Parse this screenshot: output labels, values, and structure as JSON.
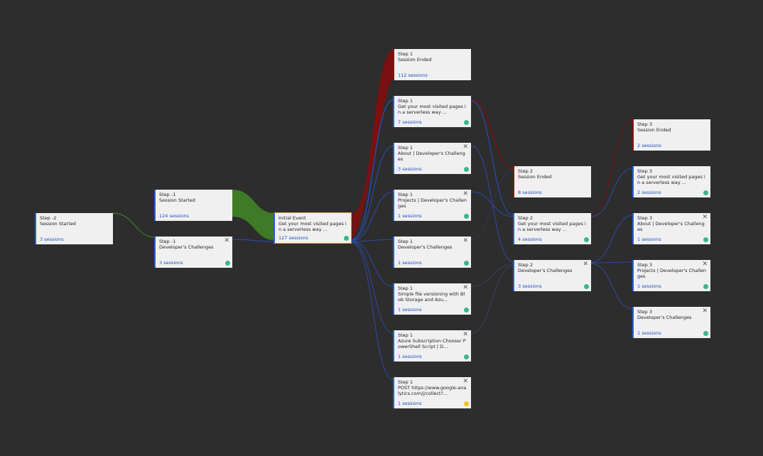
{
  "nodes": {
    "n_m2": {
      "step": "Step -2",
      "title": "Session Started",
      "sessions": "3 sessions"
    },
    "n_m1a": {
      "step": "Step -1",
      "title": "Session Started",
      "sessions": "124 sessions"
    },
    "n_m1b": {
      "step": "Step -1",
      "title": "Developer's Challenges",
      "sessions": "3 sessions"
    },
    "n_init": {
      "step": "Initial Event",
      "title": "Get your most visited pages in a serverless way ...",
      "sessions": "127 sessions"
    },
    "n_1a": {
      "step": "Step 1",
      "title": "Session Ended",
      "sessions": "112 sessions"
    },
    "n_1b": {
      "step": "Step 1",
      "title": "Get your most visited pages in a serverless way ...",
      "sessions": "7 sessions"
    },
    "n_1c": {
      "step": "Step 1",
      "title": "About | Developer's Challenges",
      "sessions": "3 sessions"
    },
    "n_1d": {
      "step": "Step 1",
      "title": "Projects | Developer's Challenges",
      "sessions": "1 sessions"
    },
    "n_1e": {
      "step": "Step 1",
      "title": "Developer's Challenges",
      "sessions": "1 sessions"
    },
    "n_1f": {
      "step": "Step 1",
      "title": "Simple file versioning with Blob Storage and Azu...",
      "sessions": "1 sessions"
    },
    "n_1g": {
      "step": "Step 1",
      "title": "Azure Subscription Chooser PowerShell Script | D...",
      "sessions": "1 sessions"
    },
    "n_1h": {
      "step": "Step 1",
      "title": "POST https://www.google-analytics.com/j/collect?...",
      "sessions": "1 sessions"
    },
    "n_2a": {
      "step": "Step 2",
      "title": "Session Ended",
      "sessions": "8 sessions"
    },
    "n_2b": {
      "step": "Step 2",
      "title": "Get your most visited pages in a serverless way ...",
      "sessions": "4 sessions"
    },
    "n_2c": {
      "step": "Step 2",
      "title": "Developer's Challenges",
      "sessions": "3 sessions"
    },
    "n_3a": {
      "step": "Step 3",
      "title": "Session Ended",
      "sessions": "2 sessions"
    },
    "n_3b": {
      "step": "Step 3",
      "title": "Get your most visited pages in a serverless way ...",
      "sessions": "2 sessions"
    },
    "n_3c": {
      "step": "Step 3",
      "title": "About | Developer's Challenges",
      "sessions": "1 sessions"
    },
    "n_3d": {
      "step": "Step 3",
      "title": "Projects | Developer's Challenges",
      "sessions": "1 sessions"
    },
    "n_3e": {
      "step": "Step 3",
      "title": "Developer's Challenges",
      "sessions": "1 sessions"
    }
  },
  "colors": {
    "background": "#2d2d2d",
    "flow_green": "#3f7a27",
    "flow_red": "#7a1010",
    "flow_blue": "#2a4aa8",
    "status_green": "#3bb58a",
    "status_yellow": "#f2c420"
  }
}
